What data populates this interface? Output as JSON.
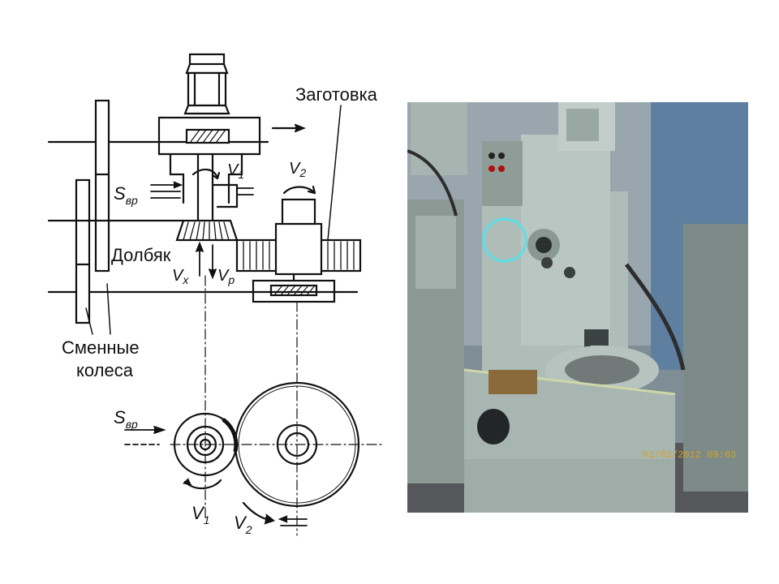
{
  "diagram": {
    "labels": {
      "workpiece": "Заготовка",
      "cutter": "Долбяк",
      "change_gears_line1": "Сменные",
      "change_gears_line2": "колеса",
      "feed_top": "S",
      "feed_top_sub": "вр",
      "feed_bottom": "S",
      "feed_bottom_sub": "вр",
      "v1_top": "V",
      "v1_top_sub": "1",
      "v2_top": "V",
      "v2_top_sub": "2",
      "vx": "V",
      "vx_sub": "x",
      "vp": "V",
      "vp_sub": "р",
      "v1_bottom": "V",
      "v1_bottom_sub": "1",
      "v2_bottom": "V",
      "v2_bottom_sub": "2"
    }
  },
  "photo": {
    "date_stamp": "01/02/2012 09:03",
    "stamp_color": "#d8a020",
    "machine_color": "#aebdb7"
  }
}
